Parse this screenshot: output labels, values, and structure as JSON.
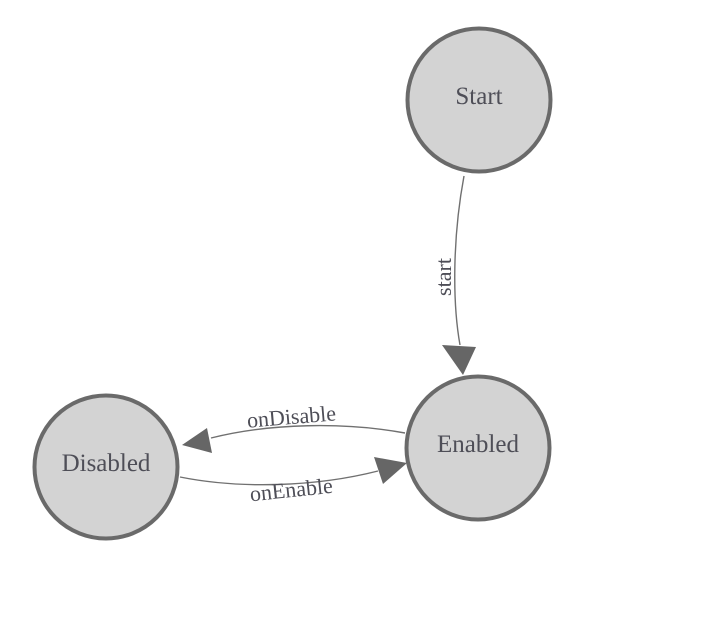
{
  "diagram": {
    "type": "state-machine",
    "background": "#ffffff",
    "colors": {
      "node_fill": "#d3d3d3",
      "node_stroke": "#6a6a6a",
      "edge_stroke": "#707070",
      "arrow_fill": "#666666",
      "text_color": "#4e4e57"
    },
    "nodes": [
      {
        "id": "start",
        "label": "Start"
      },
      {
        "id": "enabled",
        "label": "Enabled"
      },
      {
        "id": "disabled",
        "label": "Disabled"
      }
    ],
    "edges": [
      {
        "from": "Start",
        "to": "Enabled",
        "label": "start"
      },
      {
        "from": "Enabled",
        "to": "Disabled",
        "label": "onDisable"
      },
      {
        "from": "Disabled",
        "to": "Enabled",
        "label": "onEnable"
      }
    ]
  }
}
